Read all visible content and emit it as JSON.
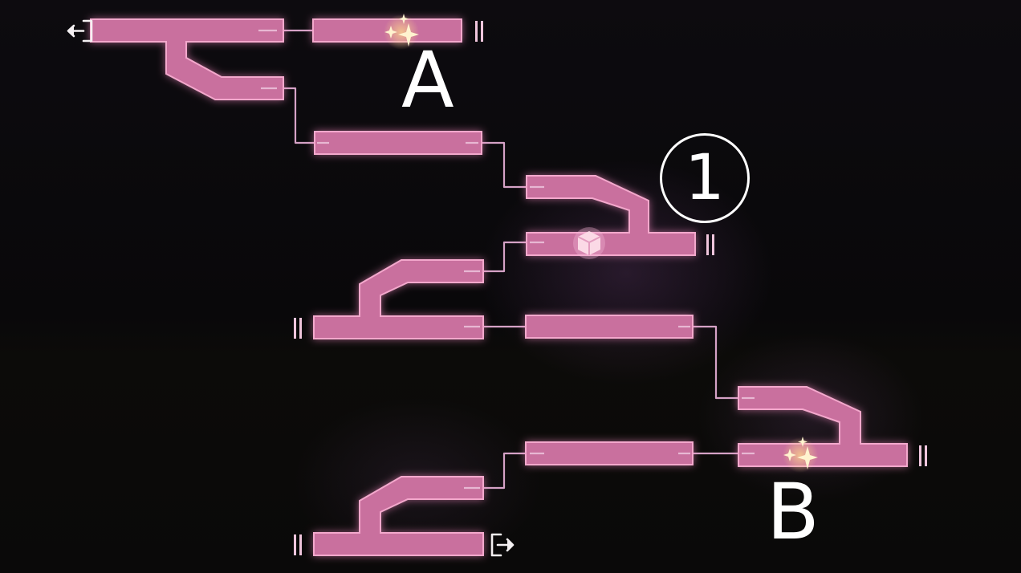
{
  "labels": {
    "room_a": "A",
    "room_b": "B",
    "room_number": "1"
  },
  "icons": {
    "entrance": "entrance-arrow-icon",
    "exit": "exit-arrow-icon",
    "treasure": "sparkle-icon",
    "item": "cube-icon",
    "dead_end": "double-bar-icon"
  },
  "colors": {
    "corridor_fill": "#c96f9e",
    "corridor_edge": "#f3a8cc",
    "connector": "#d5a2c6",
    "label": "#ffffff",
    "sparkle": "#fff0c8"
  }
}
